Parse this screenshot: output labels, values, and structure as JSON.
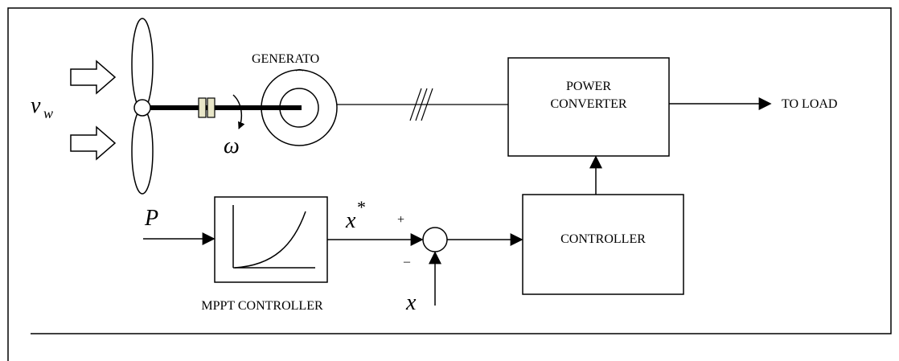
{
  "labels": {
    "wind_speed": "v",
    "wind_speed_sub": "w",
    "generator": "GENERATO",
    "omega": "ω",
    "power_converter_line1": "POWER",
    "power_converter_line2": "CONVERTER",
    "to_load": "TO LOAD",
    "controller": "CONTROLLER",
    "mppt_controller": "MPPT CONTROLLER",
    "power_input": "P",
    "reference": "x",
    "reference_sup": "*",
    "feedback": "x",
    "plus": "+",
    "minus": "–"
  },
  "colors": {
    "stroke": "#000000",
    "coupling_fill": "#e8e6c8",
    "background": "#ffffff"
  }
}
